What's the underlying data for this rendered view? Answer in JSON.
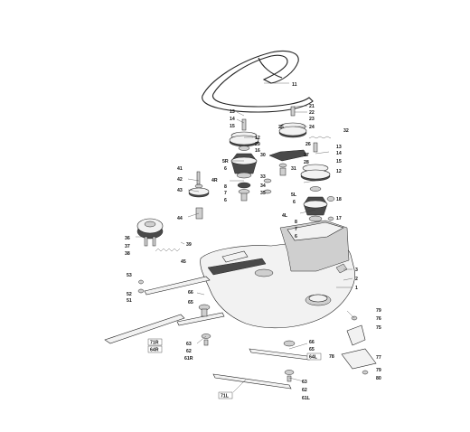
{
  "callouts": {
    "c11": "11",
    "c21": "21",
    "c22": "22",
    "c23": "23",
    "c24": "24",
    "c25": "25",
    "c13a": "13",
    "c14a": "14",
    "c15a": "15",
    "c12a": "12",
    "c29": "29",
    "c16a": "16",
    "c5R": "5R",
    "c6a": "6",
    "c4R": "4R",
    "c8a": "8",
    "c7a": "7",
    "c6b": "6",
    "c32": "32",
    "c26": "26",
    "c13b": "13",
    "c14b": "14",
    "c15b": "15",
    "c12b": "12",
    "c30": "30",
    "c27": "27",
    "c28": "28",
    "c31": "31",
    "c33": "33",
    "c34": "34",
    "c35": "35",
    "c41": "41",
    "c42": "42",
    "c43": "43",
    "c44": "44",
    "c5L": "5L",
    "c6c": "6",
    "c18": "18",
    "c4L": "4L",
    "c17": "17",
    "c8b": "8",
    "c7b": "7",
    "c6d": "6",
    "c36": "36",
    "c37": "37",
    "c38": "38",
    "c39": "39",
    "c45": "45",
    "c3": "3",
    "c2": "2",
    "c1": "1",
    "c53": "53",
    "c52": "52",
    "c51": "51",
    "c66a": "66",
    "c65a": "65",
    "c63a": "63",
    "c62a": "62",
    "c61R": "61R",
    "c71R": "71R",
    "c64R": "64R",
    "c79a": "79",
    "c76": "76",
    "c75": "75",
    "c77": "77",
    "c78": "78",
    "c79b": "79",
    "c80": "80",
    "c66b": "66",
    "c65b": "65",
    "c64L": "64L",
    "c63b": "63",
    "c62b": "62",
    "c61L": "61L",
    "c71L": "71L"
  }
}
